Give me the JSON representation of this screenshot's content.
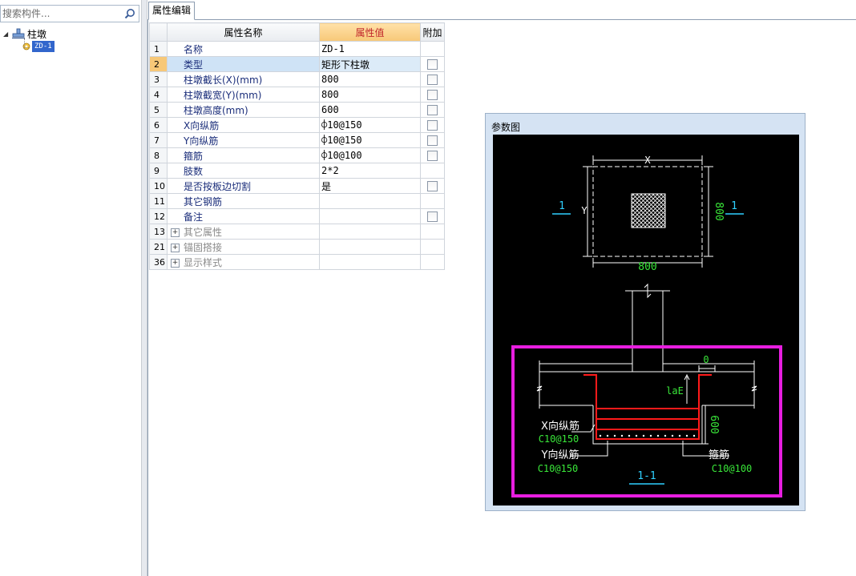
{
  "search": {
    "placeholder": "搜索构件..."
  },
  "tree": {
    "root_label": "柱墩",
    "child_label": "ZD-1"
  },
  "tabs": [
    {
      "label": "属性编辑"
    }
  ],
  "grid": {
    "headers": {
      "name": "属性名称",
      "value": "属性值",
      "extra": "附加"
    },
    "rows": [
      {
        "idx": "1",
        "name": "名称",
        "value": "ZD-1",
        "checkbox": false
      },
      {
        "idx": "2",
        "name": "类型",
        "value": "矩形下柱墩",
        "checkbox": true,
        "selected": true
      },
      {
        "idx": "3",
        "name": "柱墩截长(X)(mm)",
        "value": "800",
        "checkbox": true
      },
      {
        "idx": "4",
        "name": "柱墩截宽(Y)(mm)",
        "value": "800",
        "checkbox": true
      },
      {
        "idx": "5",
        "name": "柱墩高度(mm)",
        "value": "600",
        "checkbox": true
      },
      {
        "idx": "6",
        "name": "X向纵筋",
        "value": "⌽10@150",
        "checkbox": true
      },
      {
        "idx": "7",
        "name": "Y向纵筋",
        "value": "⌽10@150",
        "checkbox": true
      },
      {
        "idx": "8",
        "name": "箍筋",
        "value": "⌽10@100",
        "checkbox": true
      },
      {
        "idx": "9",
        "name": "肢数",
        "value": "2*2",
        "checkbox": false
      },
      {
        "idx": "10",
        "name": "是否按板边切割",
        "value": "是",
        "checkbox": true
      },
      {
        "idx": "11",
        "name": "其它钢筋",
        "value": "",
        "checkbox": false
      },
      {
        "idx": "12",
        "name": "备注",
        "value": "",
        "checkbox": true
      }
    ],
    "groups": [
      {
        "idx": "13",
        "name": "其它属性"
      },
      {
        "idx": "21",
        "name": "锚固搭接"
      },
      {
        "idx": "36",
        "name": "显示样式"
      }
    ]
  },
  "param_panel": {
    "title": "参数图",
    "plan": {
      "x_label": "X",
      "y_label": "Y",
      "width_dim": "800",
      "height_dim": "800",
      "section_mark": "1"
    },
    "section": {
      "zero_dim": "0",
      "lae": "laE",
      "height_dim": "600",
      "x_rebar_label": "X向纵筋",
      "x_rebar_value": "C10@150",
      "y_rebar_label": "Y向纵筋",
      "y_rebar_value": "C10@150",
      "stirrup_label": "箍筋",
      "stirrup_value": "C10@100",
      "section_name": "1-1"
    },
    "colors": {
      "white": "#ffffff",
      "green": "#39e639",
      "cyan": "#2fd0ff",
      "red": "#ff1a1a",
      "magenta": "#e81ee0"
    }
  }
}
